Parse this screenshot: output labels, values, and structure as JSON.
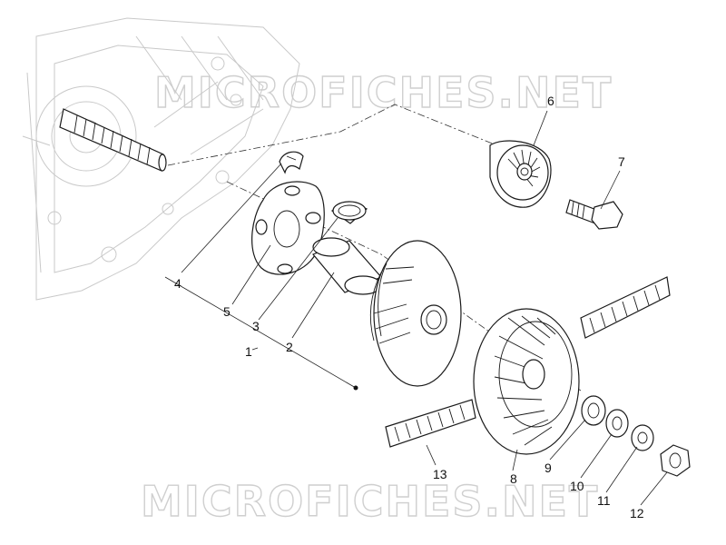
{
  "watermark": {
    "text": "MICROFICHES.NET"
  },
  "callouts": {
    "c1": "1",
    "c2": "2",
    "c3": "3",
    "c4": "4",
    "c5": "5",
    "c6": "6",
    "c7": "7",
    "c8": "8",
    "c9": "9",
    "c10": "10",
    "c11": "11",
    "c12": "12",
    "c13": "13"
  },
  "colors": {
    "line": "#1a1a1a",
    "faint": "#c9c9c9",
    "watermark": "#cfcfcf"
  }
}
